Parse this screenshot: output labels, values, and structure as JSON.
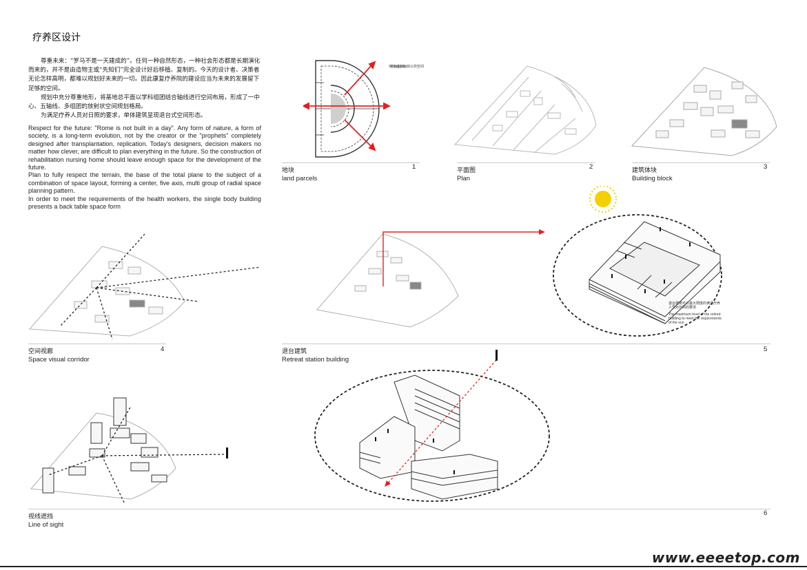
{
  "page": {
    "title": "疗养区设计",
    "watermark": "www.eeeetop.com"
  },
  "intro": {
    "zh_p1": "尊重未来：“罗马不是一天建成的”。任何一种自然形态，一种社会形态都是长期演化而来的，并不是由造物主或“先知们”完全设计好后移植、复制的。今天的设计者、决策者无论怎样高明，都难以规划好未来的一切。因此康复疗养院的建设应当为未来的发展留下足够的空间。",
    "zh_p2": "规划中充分尊重地形，将基地总平面以学科组团结合轴线进行空间布局，形成了一中心、五轴线、多组团的放射状空间规划格局。",
    "zh_p3": "为满足疗养人员对日照的要求，单体建筑呈现退台式空间形态。",
    "en_p1": "Respect for the future: \"Rome is not built in a day\". Any form of nature, a form of society, is a long-term evolution, not by the creator or the \"prophets\" completely designed after transplantation, replication. Today's designers, decision makers no matter how clever, are difficult to plan everything in the future. So the construction of rehabilitation nursing home should leave enough space for the development of the future.",
    "en_p2": "Plan to fully respect the terrain, the base of the total plane to the subject of a combination of space layout, forming a center, five axis, multi group of radial space planning pattern.",
    "en_p3": "In order to meet the requirements of the health workers, the single body building presents a back table space form"
  },
  "panels": [
    {
      "zh": "地块",
      "en": "land parcels",
      "num": "1",
      "note": "可形成放射状公共空间"
    },
    {
      "zh": "平面图",
      "en": "Plan",
      "num": "2"
    },
    {
      "zh": "建筑体块",
      "en": "Building block",
      "num": "3"
    },
    {
      "zh": "空间视廊",
      "en": "Space visual corridor",
      "num": "4"
    },
    {
      "zh": "退台建筑",
      "en": "Retreat station building",
      "num": "5",
      "note_zh": "退台建筑可以最大限度的满足疗养人员对日照的要求",
      "note_en": "The maximum level of the retired building to meet the requirements of the sun"
    },
    {
      "zh": "视线遮挡",
      "en": "Line of sight",
      "num": "6"
    }
  ],
  "colors": {
    "accent_red": "#e02020",
    "sun": "#f5d000",
    "line": "#333333"
  },
  "icons": [
    "sun-icon",
    "person-icon"
  ]
}
